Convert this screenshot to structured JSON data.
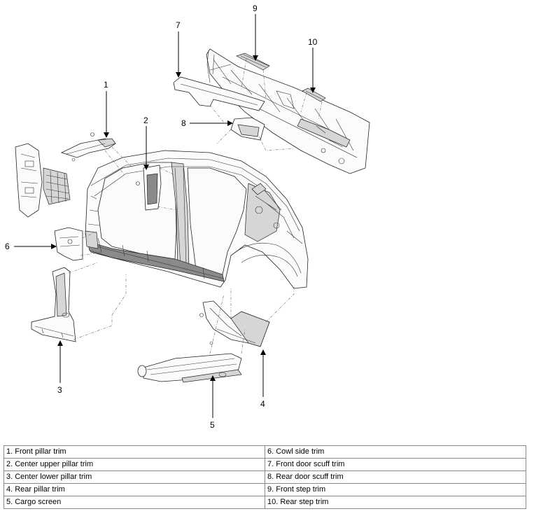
{
  "callouts": [
    "1",
    "2",
    "3",
    "4",
    "5",
    "6",
    "7",
    "8",
    "9",
    "10"
  ],
  "legend": {
    "left": [
      "1. Front pillar trim",
      "2. Center upper pillar trim",
      "3. Center lower pillar trim",
      "4. Rear pillar trim",
      "5. Cargo screen"
    ],
    "right": [
      "6. Cowl side trim",
      "7. Front door scuff trim",
      "8. Rear door scuff trim",
      "9. Front step trim",
      "10. Rear step trim"
    ]
  }
}
